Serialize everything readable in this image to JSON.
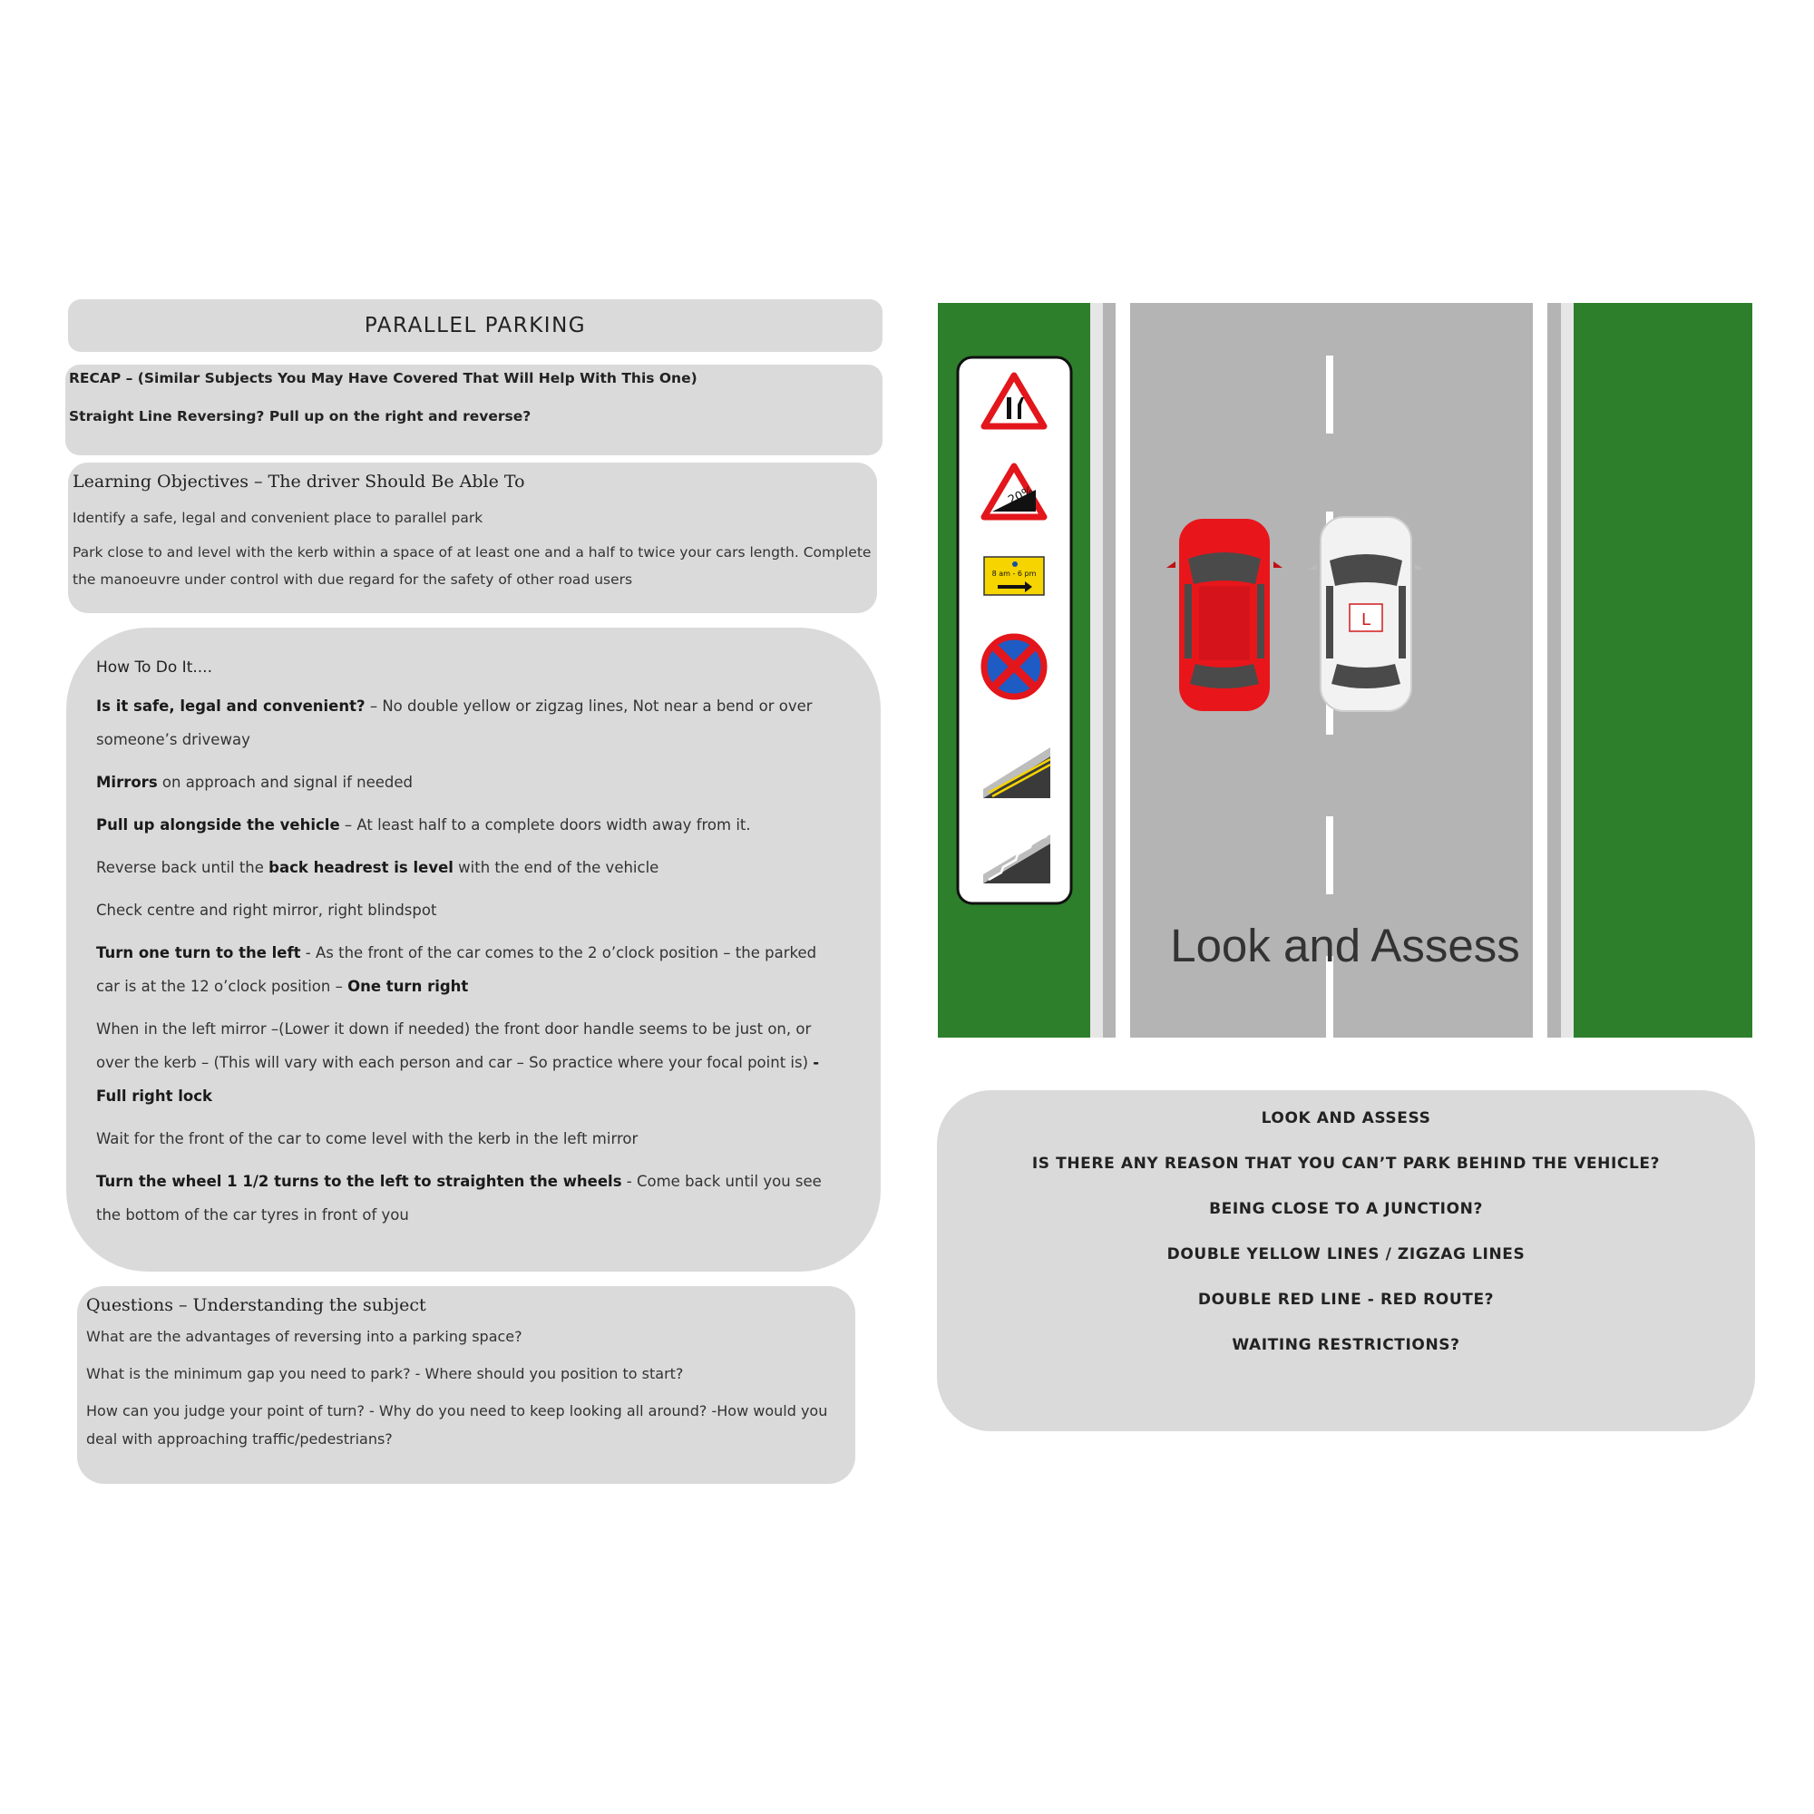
{
  "title": "PARALLEL PARKING",
  "recap": {
    "heading": "RECAP – (Similar Subjects You May Have Covered That Will Help With This One)",
    "item": "Straight Line Reversing?  Pull up on the right and reverse?"
  },
  "objectives": {
    "heading": "Learning Objectives –  The driver Should Be Able To",
    "items": [
      "Identify a safe, legal and convenient place to parallel park",
      "Park close to and level with the kerb within a space of at least one and a half to twice your cars length. Complete the manoeuvre under control with due regard for the safety of other road users"
    ]
  },
  "howto": {
    "heading": "How To Do It....",
    "steps": [
      {
        "bold": "Is it safe, legal and convenient?",
        "rest": " – No double yellow or zigzag lines, Not near a bend or over someone’s driveway"
      },
      {
        "bold": "Mirrors",
        "rest": " on approach and signal if needed"
      },
      {
        "bold": "Pull up alongside the vehicle",
        "rest": " – At least half to a complete doors width away from it."
      },
      {
        "pre": "Reverse back until the ",
        "bold": "back headrest is level",
        "rest": " with the end of the vehicle"
      },
      {
        "rest": "Check centre and right mirror, right blindspot"
      },
      {
        "bold": "Turn one turn to the left",
        "rest": " - As the front of the car comes to the 2 o’clock position – the parked car is at the 12 o’clock position – ",
        "bold2": "One turn right"
      },
      {
        "rest": "When in the left mirror –(Lower it down if needed) the front door handle seems to be just on, or over the kerb – (This will vary with each person and car – So practice where your focal point is) ",
        "bold2": "- Full right lock"
      },
      {
        "rest": "Wait for the front of the car to come level with the kerb in the left mirror"
      },
      {
        "bold": "Turn the wheel 1 1/2 turns to the left to straighten the wheels",
        "rest": " - Come back until you see the bottom of the car tyres in front of you"
      }
    ]
  },
  "questions": {
    "heading": "Questions – Understanding the subject",
    "items": [
      "What are the advantages of reversing into a parking space?",
      "What is the minimum gap you need to park? - Where should you position to start?",
      "How can you judge your point of turn? - Why do you need to keep looking all around? -How would you deal with approaching traffic/pedestrians?"
    ]
  },
  "diagram": {
    "caption": "Look and Assess",
    "sign_percent": "20%",
    "sign_time": "8 am - 6 pm",
    "learner_plate": "L",
    "signs": [
      "road-narrows-sign-icon",
      "steep-hill-sign-icon",
      "time-plate-sign-icon",
      "no-stopping-sign-icon",
      "yellow-lines-icon",
      "zigzag-lines-icon"
    ],
    "colors": {
      "grass": "#2d7f2b",
      "road": "#b4b4b4",
      "red_car": "#e8161b",
      "white_car": "#f2f2f2"
    }
  },
  "assess": {
    "items": [
      "LOOK AND ASSESS",
      "IS THERE ANY REASON THAT YOU CAN’T PARK BEHIND THE VEHICLE?",
      "BEING CLOSE TO A JUNCTION?",
      "DOUBLE YELLOW LINES / ZIGZAG LINES",
      "DOUBLE RED LINE - RED ROUTE?",
      "WAITING RESTRICTIONS?"
    ]
  }
}
